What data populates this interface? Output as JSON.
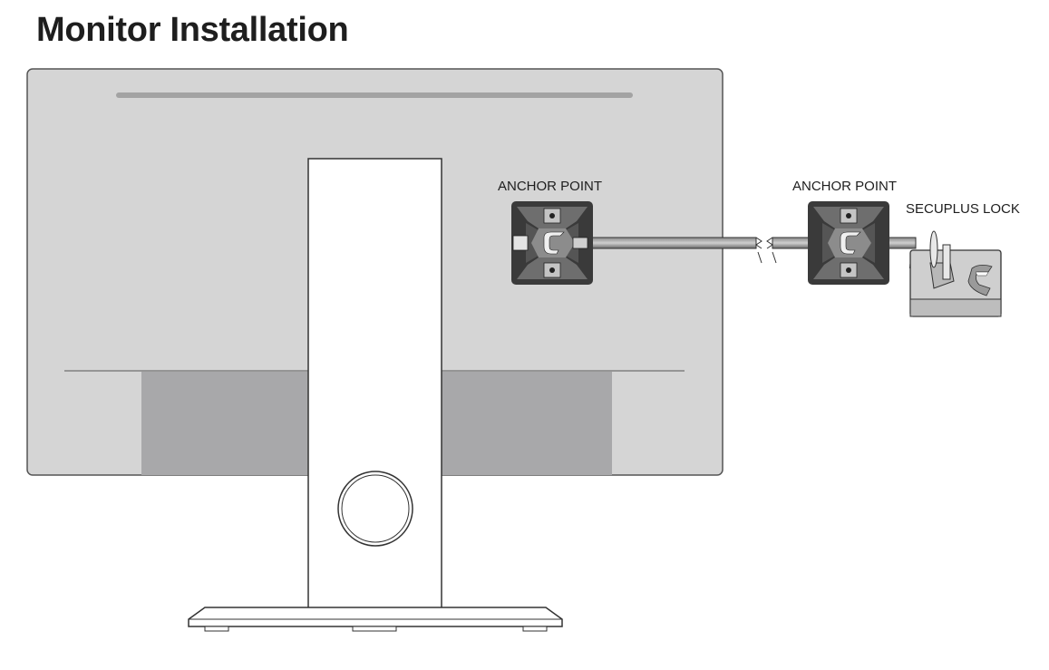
{
  "page": {
    "title": "Monitor Installation"
  },
  "labels": {
    "anchor_point_1": "ANCHOR POINT",
    "anchor_point_2": "ANCHOR POINT",
    "lock": "SECUPLUS LOCK"
  },
  "icons": {
    "anchor_1": "anchor-point-icon",
    "anchor_2": "anchor-point-icon",
    "lock": "padlock-icon",
    "cable": "security-cable-icon"
  },
  "colors": {
    "monitor_back": "#d5d5d5",
    "monitor_panel": "#a8a8aa",
    "stand": "#ffffff",
    "anchor_dark": "#3a3a3a",
    "anchor_mid": "#6e6e6e",
    "lock_body": "#cfcfcf",
    "outline": "#2a2a2a"
  }
}
